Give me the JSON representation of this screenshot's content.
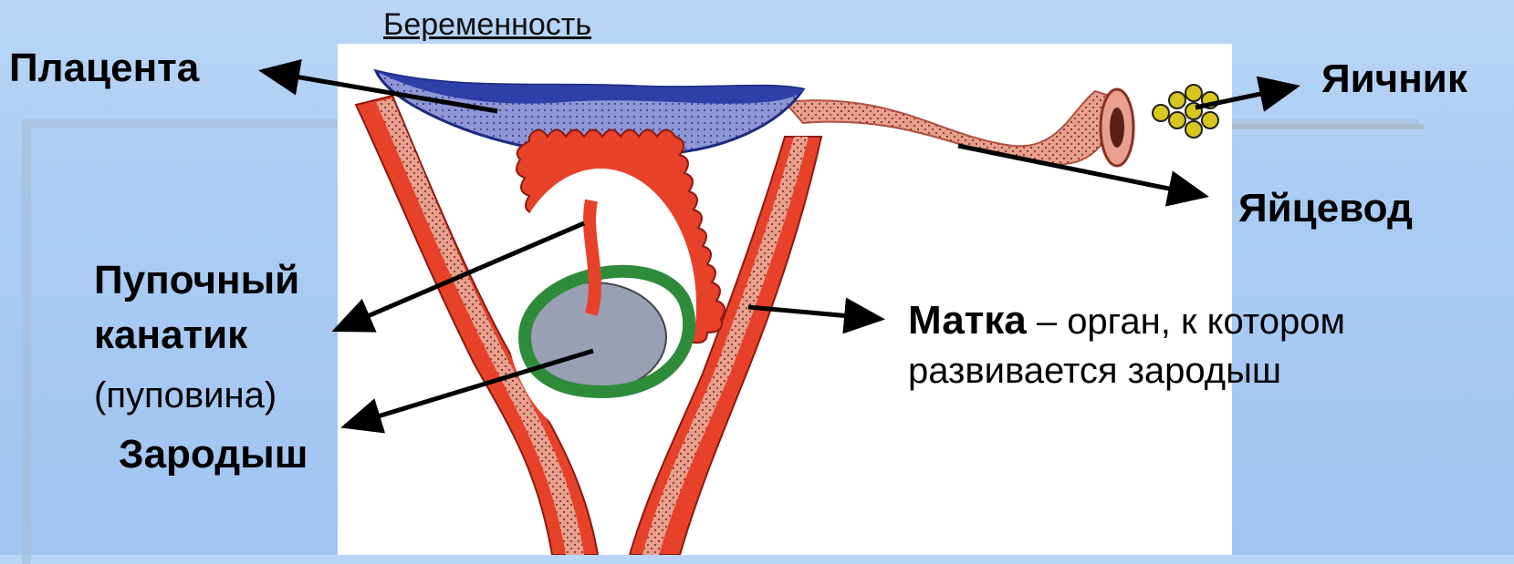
{
  "title": "Беременность",
  "labels": {
    "placenta": "Плацента",
    "ovary": "Яичник",
    "oviduct": "Яйцевод",
    "umbilical_cord": "Пупочный",
    "umbilical_cord_2": "канатик",
    "umbilical_cord_alt": "(пуповина)",
    "embryo": "Зародыш",
    "uterus": "Матка",
    "uterus_desc_1": "– орган, к котором",
    "uterus_desc_2": "развивается зародыш"
  },
  "colors": {
    "uterus_wall": "#e8412a",
    "uterus_inner": "#e9a08f",
    "placenta": "#2e3fa8",
    "placenta_dots": "#8e96d6",
    "amnion": "#2e8b3a",
    "embryo": "#9aa0b4",
    "oviduct": "#eea08a",
    "ovary": "#d6c61e"
  }
}
